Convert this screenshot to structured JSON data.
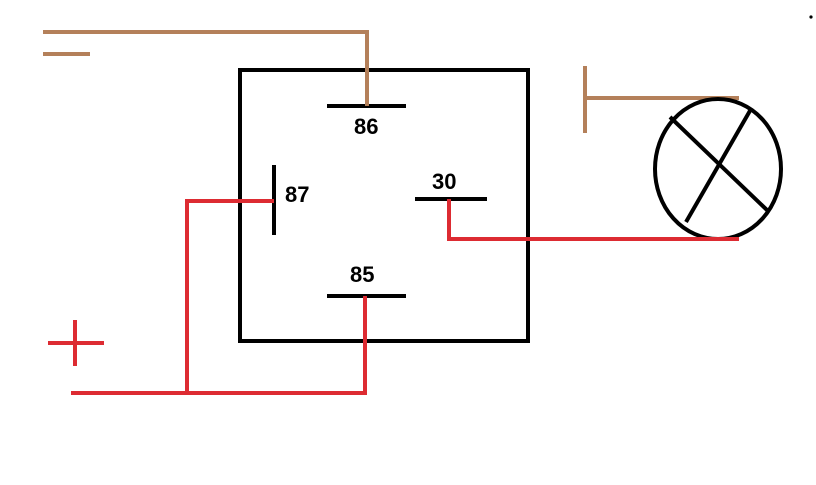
{
  "diagram": {
    "pins": {
      "pin_86": "86",
      "pin_87": "87",
      "pin_30": "30",
      "pin_85": "85"
    }
  },
  "colors": {
    "relay_outline": "#000000",
    "positive_wire": "#dd2b32",
    "ground_wire": "#b4805a",
    "lamp": "#000000",
    "background": "#ffffff"
  },
  "icons": {
    "ground_symbol": "ground-icon",
    "positive_symbol": "plus-icon",
    "lamp_symbol": "lamp-icon"
  }
}
